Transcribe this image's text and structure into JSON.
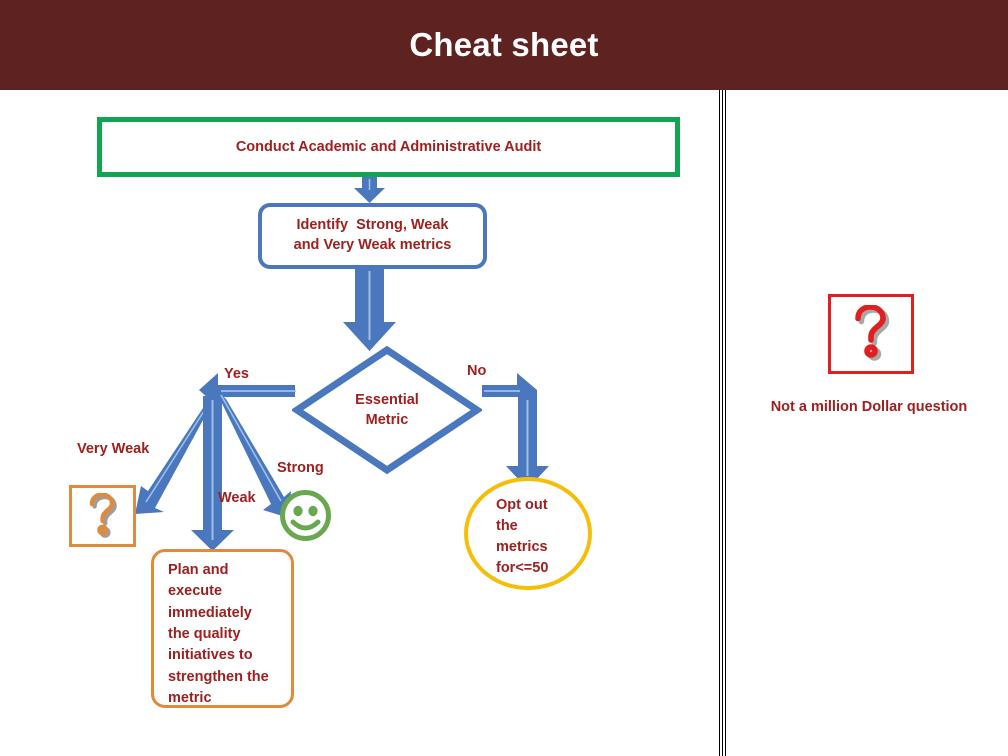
{
  "header": {
    "title": "Cheat sheet",
    "background": "#5E2220",
    "text_color": "#FFFFFF"
  },
  "colors": {
    "maroon_header": "#5E2220",
    "text_dark_red": "#A02020",
    "green_border": "#10A651",
    "blue_arrow": "#4A77BE",
    "orange_border": "#E08A3C",
    "yellow_circle": "#F5BF09",
    "red_border": "#E02020",
    "smiley_green": "#6AA84F",
    "divider_black": "#000000"
  },
  "flowchart": {
    "audit_box": {
      "label": "Conduct Academic and Administrative Audit"
    },
    "identify_box": {
      "line1": "Identify  Strong, Weak",
      "line2": "and Very Weak metrics"
    },
    "decision": {
      "line1": "Essential",
      "line2": "Metric"
    },
    "edge_labels": {
      "yes": "Yes",
      "no": "No",
      "very_weak": "Very Weak",
      "weak": "Weak",
      "strong": "Strong"
    },
    "very_weak_node": {
      "icon": "question-mark-icon"
    },
    "strong_node": {
      "icon": "smiley-face-icon"
    },
    "plan_box": {
      "lines": [
        "Plan and",
        "execute",
        "immediately",
        "the quality",
        "initiatives to",
        "strengthen the",
        "metric"
      ]
    },
    "optout_circle": {
      "lines": [
        "Opt out",
        "the",
        "metrics",
        "for<=50"
      ]
    }
  },
  "right_panel": {
    "question_card": {
      "icon": "question-mark-icon"
    },
    "caption": "Not a million Dollar question"
  }
}
